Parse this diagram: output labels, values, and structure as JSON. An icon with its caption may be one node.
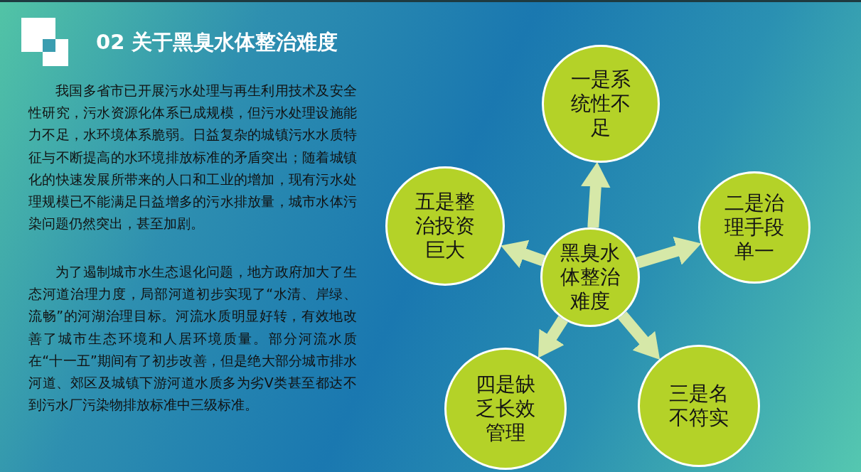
{
  "diagram": {
    "title": "02 关于黑臭水体整治难度",
    "nodes": [
      {
        "text": [
          "黑臭水体整治难度"
        ]
      },
      {
        "text": [
          "一是系统性不足"
        ]
      },
      {
        "text": [
          "二是治理手段单一"
        ]
      },
      {
        "text": [
          "三是名不符实"
        ]
      },
      {
        "text": [
          "四是缺乏长效管理"
        ]
      },
      {
        "text": [
          "五是整治投资巨大"
        ]
      }
    ],
    "edges": [
      {
        "from": 0,
        "to": 1,
        "arrow": "to"
      },
      {
        "from": 0,
        "to": 2,
        "arrow": "to"
      },
      {
        "from": 0,
        "to": 3,
        "arrow": "to"
      },
      {
        "from": 0,
        "to": 4,
        "arrow": "to"
      },
      {
        "from": 0,
        "to": 5,
        "arrow": "to"
      }
    ],
    "labels": [
      "我国多省市已开展污水处理与再生利用技术及安全性研究，污水资源化体系已成规模，但污水处理设施能力不足，水环境体系脆弱。日益复杂的城镇污水水质特征与不断提高的水环境排放标准的矛盾突出；随着城镇化的快速发展所带来的人口和工业的增加，现有污水处理规模已不能满足日益增多的污水排放量，城市水体污染问题仍然突出，甚至加剧。",
      "为了遏制城市水生态退化问题，地方政府加大了生态河道治理力度，局部河道初步实现了“水清、岸绿、流畅”的河湖治理目标。河流水质明显好转，有效地改善了城市生态环境和人居环境质量。部分河流水质在“十一五”期间有了初步改善，但是绝大部分城市排水河道、郊区及城镇下游河道水质多为劣V类甚至都达不到污水厂污染物排放标准中三级标准。"
    ]
  }
}
